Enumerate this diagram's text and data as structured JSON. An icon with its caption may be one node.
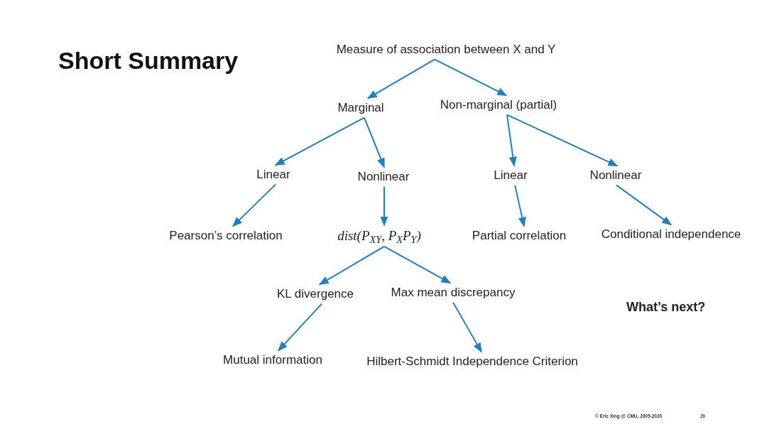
{
  "diagram": {
    "title": "Short Summary",
    "nodes": [
      {
        "text": [
          "Measure of association between X and Y"
        ]
      },
      {
        "text": [
          "Marginal"
        ]
      },
      {
        "text": [
          "Non-marginal (partial)"
        ]
      },
      {
        "text": [
          "Linear"
        ]
      },
      {
        "text": [
          "Nonlinear"
        ]
      },
      {
        "text": [
          "Linear"
        ]
      },
      {
        "text": [
          "Nonlinear"
        ]
      },
      {
        "text": [
          "Pearson’s correlation"
        ]
      },
      {
        "text": [
          "dist(P$_{XY}$, P$_{X}$P$_{Y}$)"
        ]
      },
      {
        "text": [
          "Partial correlation"
        ]
      },
      {
        "text": [
          "Conditional independence"
        ]
      },
      {
        "text": [
          "KL divergence"
        ]
      },
      {
        "text": [
          "Max mean discrepancy"
        ]
      },
      {
        "text": [
          "Mutual information"
        ]
      },
      {
        "text": [
          "Hilbert-Schmidt Independence Criterion"
        ]
      }
    ],
    "edges": [
      {
        "from": 0,
        "to": 1,
        "arrow": "to"
      },
      {
        "from": 0,
        "to": 2,
        "arrow": "to"
      },
      {
        "from": 1,
        "to": 3,
        "arrow": "to"
      },
      {
        "from": 1,
        "to": 4,
        "arrow": "to"
      },
      {
        "from": 2,
        "to": 5,
        "arrow": "to"
      },
      {
        "from": 2,
        "to": 6,
        "arrow": "to"
      },
      {
        "from": 3,
        "to": 7,
        "arrow": "to"
      },
      {
        "from": 4,
        "to": 8,
        "arrow": "to"
      },
      {
        "from": 5,
        "to": 9,
        "arrow": "to"
      },
      {
        "from": 6,
        "to": 10,
        "arrow": "to"
      },
      {
        "from": 8,
        "to": 11,
        "arrow": "to"
      },
      {
        "from": 8,
        "to": 12,
        "arrow": "to"
      },
      {
        "from": 11,
        "to": 13,
        "arrow": "to"
      },
      {
        "from": 12,
        "to": 14,
        "arrow": "to"
      }
    ],
    "labels": [
      "What’s next?",
      "© Eric Xing @ CMU, 2005-2020",
      "20"
    ]
  }
}
